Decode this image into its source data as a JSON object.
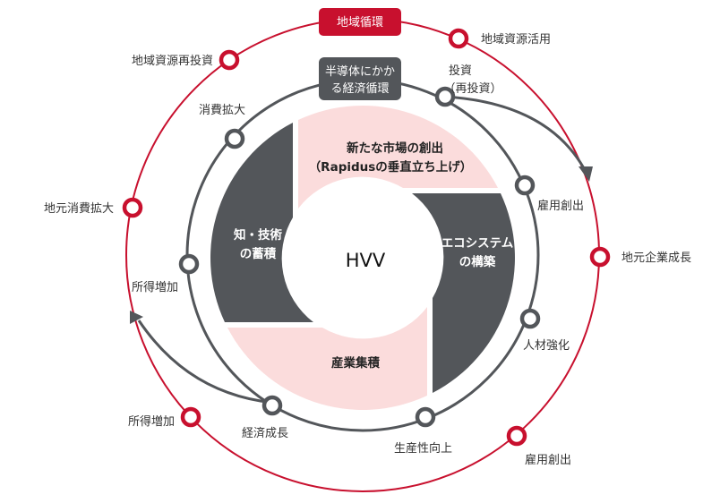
{
  "colors": {
    "red": "#c8102e",
    "dark": "#53565a",
    "pink": "#fbdcdc"
  },
  "outer_cycle": {
    "title": "地域循環",
    "nodes": [
      "地域資源再投資",
      "地域資源活用",
      "地元消費拡大",
      "地元企業成長",
      "所得増加",
      "雇用創出"
    ]
  },
  "inner_cycle": {
    "title_line1": "半導体にかか",
    "title_line2": "る経済循環",
    "nodes": {
      "consumption": "消費拡大",
      "investment_line1": "投資",
      "investment_line2": "（再投資）",
      "employment": "雇用創出",
      "income": "所得増加",
      "talent": "人材強化",
      "productivity": "生産性向上",
      "growth": "経済成長"
    }
  },
  "core": {
    "center": "HVV",
    "top_line1": "新たな市場の創出",
    "top_line2": "（Rapidusの垂直立ち上げ）",
    "right_line1": "エコシステム",
    "right_line2": "の構築",
    "bottom": "産業集積",
    "left_line1": "知・技術",
    "left_line2": "の蓄積"
  }
}
